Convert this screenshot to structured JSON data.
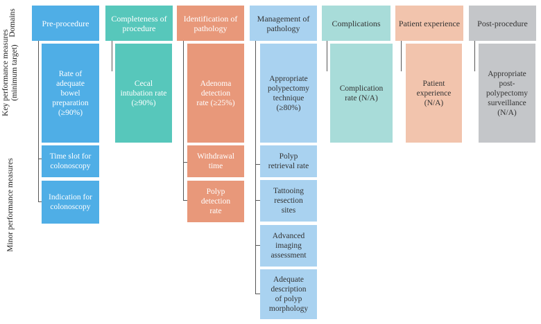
{
  "row_labels": {
    "domains": "Domains",
    "key_line1": "Key performance measures",
    "key_line2": "(minimum target)",
    "minor": "Minor performance measures"
  },
  "colors": {
    "blue": "#4faee6",
    "teal": "#57c7bb",
    "salmon": "#e8987a",
    "lightblue": "#a9d2f0",
    "lightteal": "#a8dcd9",
    "peach": "#f2c4ad",
    "gray": "#c4c6c9"
  },
  "domains": [
    {
      "name": "Pre-procedure",
      "key": "Rate of adequate bowel preparation (≥90%)",
      "minor": [
        "Time slot for colonoscopy",
        "Indication for colonoscopy"
      ]
    },
    {
      "name": "Completeness of procedure",
      "key": "Cecal intubation rate (≥90%)",
      "minor": []
    },
    {
      "name": "Identification of pathology",
      "key": "Adenoma detection rate (≥25%)",
      "minor": [
        "Withdrawal time",
        "Polyp detection rate"
      ]
    },
    {
      "name": "Management of pathology",
      "key": "Appropriate polypectomy technique (≥80%)",
      "minor": [
        "Polyp retrieval rate",
        "Tattooing resection sites",
        "Advanced imaging assessment",
        "Adequate description of polyp morphology"
      ]
    },
    {
      "name": "Complications",
      "key": "Complication rate (N/A)",
      "minor": []
    },
    {
      "name": "Patient experience",
      "key": "Patient experience (N/A)",
      "minor": []
    },
    {
      "name": "Post-procedure",
      "key": "Appropriate post-polypectomy surveillance (N/A)",
      "minor": []
    }
  ]
}
